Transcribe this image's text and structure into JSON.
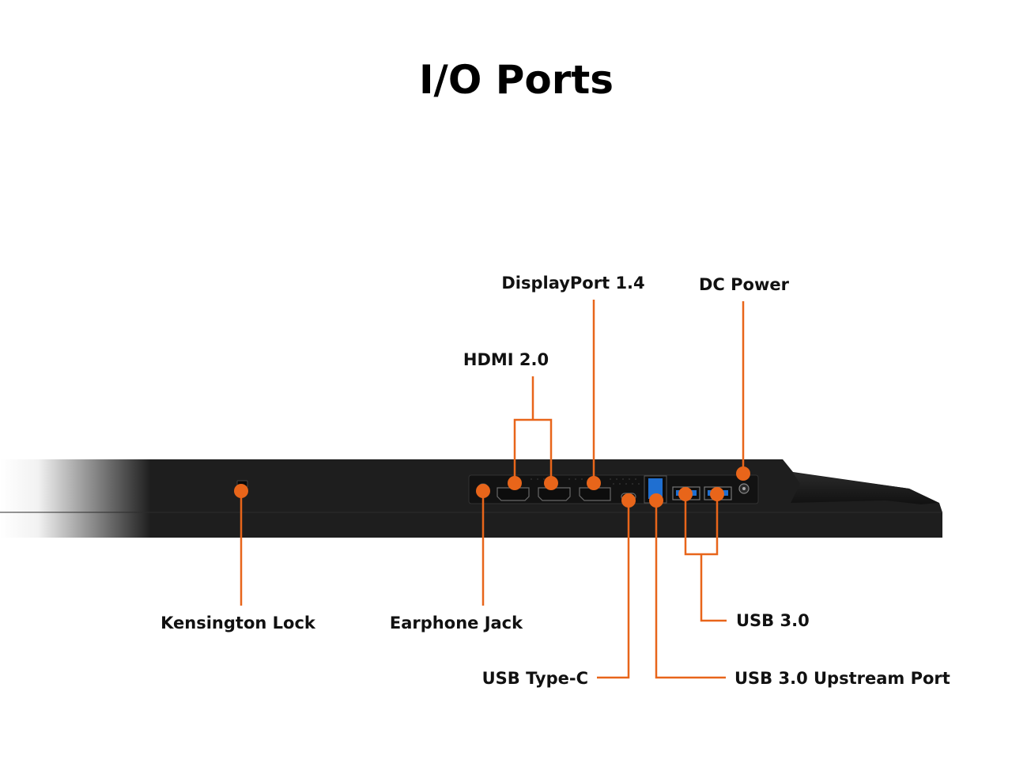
{
  "title": "I/O Ports",
  "labels": {
    "kensington_lock": "Kensington Lock",
    "earphone_jack": "Earphone Jack",
    "hdmi": "HDMI 2.0",
    "displayport": "DisplayPort 1.4",
    "usb_type_c": "USB Type-C",
    "usb_upstream": "USB 3.0 Upstream Port",
    "usb_30": "USB 3.0",
    "dc_power": "DC Power"
  },
  "colors": {
    "accent": "#e8651a",
    "body": "#1e1e1e",
    "usb_blue": "#1f6fd1",
    "text": "#111111"
  }
}
